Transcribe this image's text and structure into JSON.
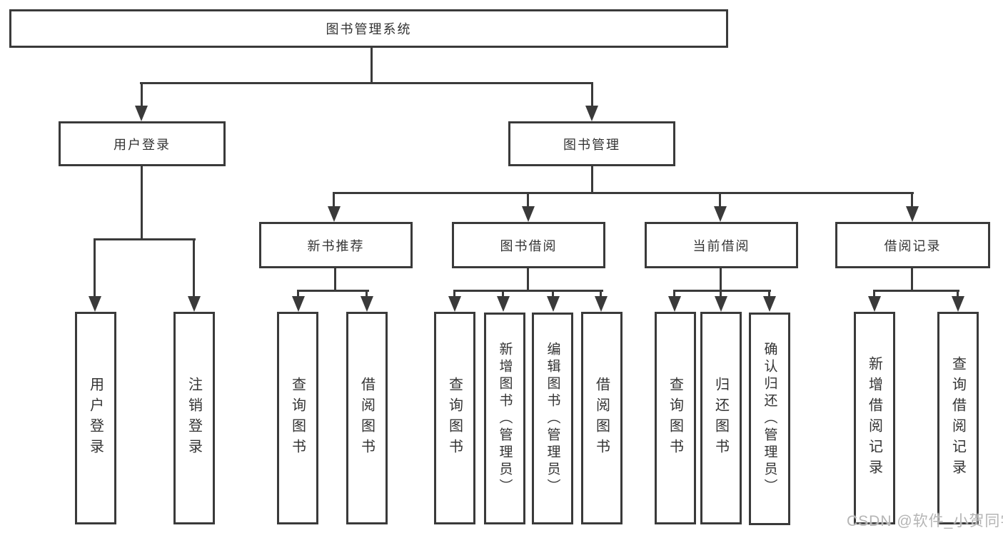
{
  "nodes": {
    "root": "图书管理系统",
    "user_login": "用户登录",
    "book_mgmt": "图书管理",
    "new_book_rec": "新书推荐",
    "book_borrow": "图书借阅",
    "current_borrow": "当前借阅",
    "borrow_record": "借阅记录",
    "leaf_user_login": "用户登录",
    "leaf_logout": "注销登录",
    "leaf_nbr_query": "查询图书",
    "leaf_nbr_borrow": "借阅图书",
    "leaf_bb_query": "查询图书",
    "leaf_bb_add": "新增图书（管理员）",
    "leaf_bb_edit": "编辑图书（管理员）",
    "leaf_bb_borrow": "借阅图书",
    "leaf_cb_query": "查询图书",
    "leaf_cb_return": "归还图书",
    "leaf_cb_confirm": "确认归还（管理员）",
    "leaf_br_add": "新增借阅记录",
    "leaf_br_query": "查询借阅记录"
  },
  "tree": {
    "图书管理系统": {
      "用户登录": [
        "用户登录",
        "注销登录"
      ],
      "图书管理": {
        "新书推荐": [
          "查询图书",
          "借阅图书"
        ],
        "图书借阅": [
          "查询图书",
          "新增图书（管理员）",
          "编辑图书（管理员）",
          "借阅图书"
        ],
        "当前借阅": [
          "查询图书",
          "归还图书",
          "确认归还（管理员）"
        ],
        "借阅记录": [
          "新增借阅记录",
          "查询借阅记录"
        ]
      }
    }
  },
  "watermark": "CSDN @软件_小贺同学",
  "colors": {
    "line": "#3a3a3a",
    "text": "#333333",
    "box_background": "#ffffff",
    "watermark": "#b5b5b5"
  }
}
